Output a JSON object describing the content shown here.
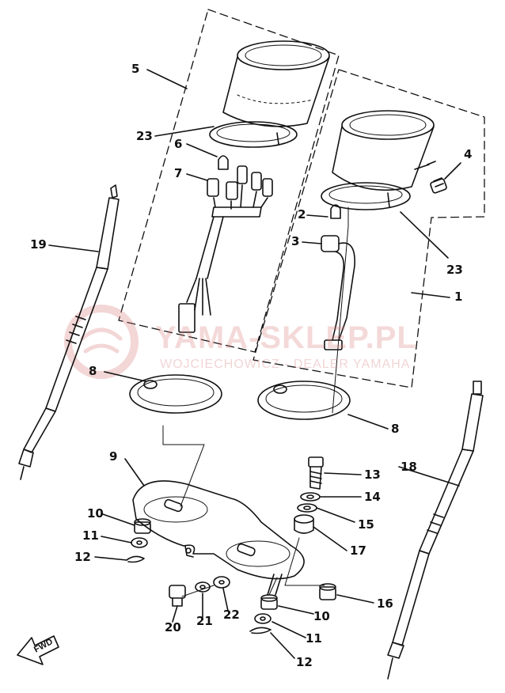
{
  "watermark": {
    "title": "YAMA-SKLEP.PL",
    "subtitle": "WOJCIECHOWICZ - DEALER YAMAHA"
  },
  "direction_marker": {
    "label": "FWD"
  },
  "callouts": {
    "c1": "1",
    "c2": "2",
    "c3": "3",
    "c4": "4",
    "c5": "5",
    "c6": "6",
    "c7": "7",
    "c8a": "8",
    "c8b": "8",
    "c9": "9",
    "c10a": "10",
    "c10b": "10",
    "c11a": "11",
    "c11b": "11",
    "c12a": "12",
    "c12b": "12",
    "c13": "13",
    "c14": "14",
    "c15": "15",
    "c16": "16",
    "c17": "17",
    "c18": "18",
    "c19": "19",
    "c20": "20",
    "c21": "21",
    "c22": "22",
    "c23a": "23",
    "c23b": "23"
  },
  "colors": {
    "ink": "#111111",
    "watermark": "#d77878"
  }
}
